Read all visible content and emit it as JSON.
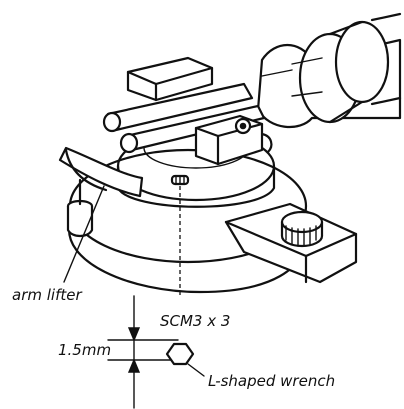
{
  "labels": {
    "arm_lifter": "arm lifter",
    "screw": "SCM3 x 3",
    "dimension": "1.5mm",
    "wrench": "L-shaped wrench"
  },
  "icons": {
    "wrench": "hexagon-icon"
  },
  "colors": {
    "ink": "#111111",
    "paper": "#ffffff"
  }
}
